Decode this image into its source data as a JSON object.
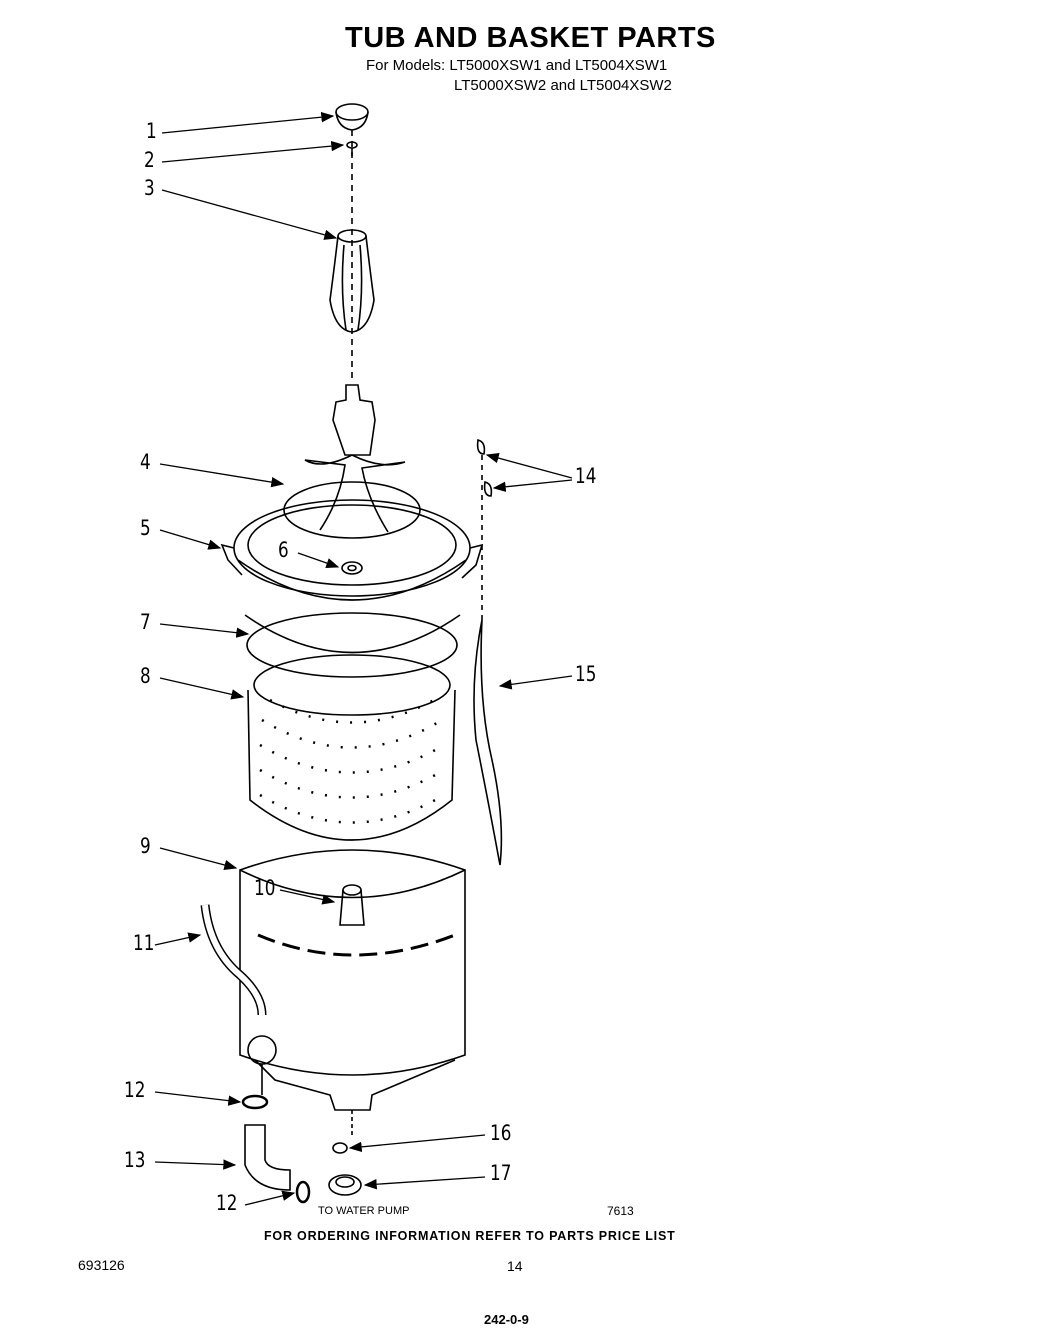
{
  "title": "TUB AND BASKET PARTS",
  "models_line1": "For Models: LT5000XSW1 and LT5004XSW1",
  "models_line2": "LT5000XSW2 and LT5004XSW2",
  "callouts": [
    "1",
    "2",
    "3",
    "4",
    "5",
    "6",
    "7",
    "8",
    "9",
    "10",
    "11",
    "12",
    "13",
    "12",
    "14",
    "15",
    "16",
    "17"
  ],
  "to_water_pump": "TO WATER PUMP",
  "figure_number": "7613",
  "ordering_note": "FOR ORDERING INFORMATION REFER TO PARTS PRICE LIST",
  "document_number": "693126",
  "page_number": "14",
  "bottom_code": "242-0-9"
}
